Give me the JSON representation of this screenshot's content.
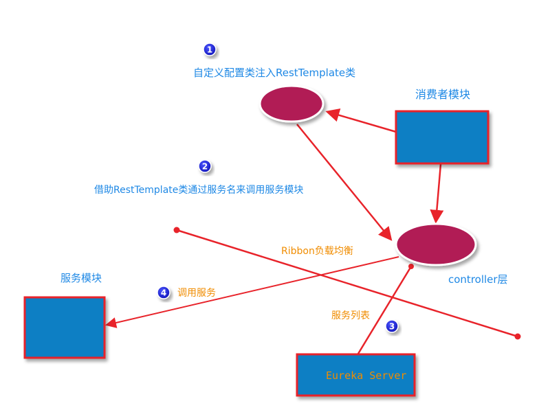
{
  "diagram": {
    "colors": {
      "box_fill": "#0b7fc4",
      "box_border": "#e8232a",
      "ellipse_fill": "#b11b54",
      "arrow": "#e8232a",
      "blue_label": "#1e88e5",
      "orange_label": "#f08c00",
      "badge": "#1b1fd6"
    },
    "steps": [
      {
        "number": "1",
        "label": "自定义配置类注入RestTemplate类"
      },
      {
        "number": "2",
        "label": "借助RestTemplate类通过服务名来调用服务模块"
      },
      {
        "number": "3",
        "label": ""
      },
      {
        "number": "4",
        "label": "调用服务"
      }
    ],
    "consumer_label": "消费者模块",
    "controller_label": "controller层",
    "service_label": "服务模块",
    "ribbon_label": "Ribbon负载均衡",
    "service_list_label": "服务列表",
    "eureka_label": "Eureka Server"
  }
}
